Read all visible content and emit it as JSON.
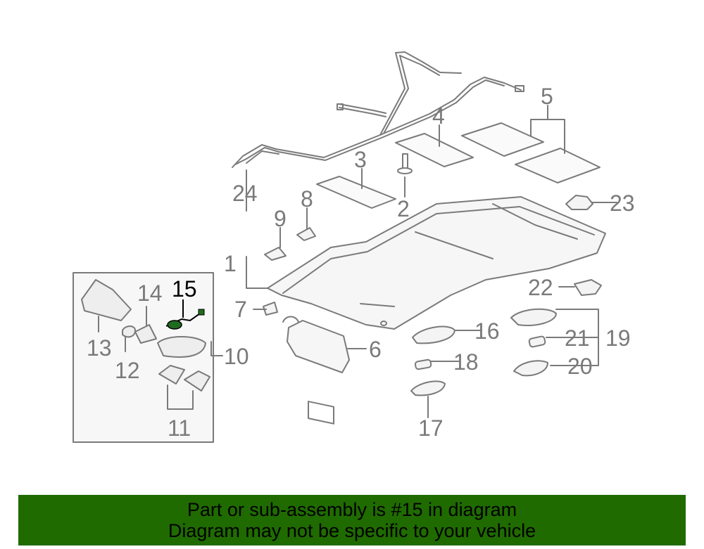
{
  "diagram": {
    "labels": {
      "c1": "1",
      "c2": "2",
      "c3": "3",
      "c4": "4",
      "c5": "5",
      "c6": "6",
      "c7": "7",
      "c8": "8",
      "c9": "9",
      "c10": "10",
      "c11": "11",
      "c12": "12",
      "c13": "13",
      "c14": "14",
      "c15": "15",
      "c16": "16",
      "c17": "17",
      "c18": "18",
      "c19": "19",
      "c20": "20",
      "c21": "21",
      "c22": "22",
      "c23": "23",
      "c24": "24"
    },
    "highlight": "15",
    "colors": {
      "line": "#7a7a7a",
      "highlight": "#000000",
      "part_fill": "#f4f4f4",
      "part_highlight": "#1f6b1f"
    }
  },
  "banner": {
    "line1": "Part or sub-assembly is #15 in diagram",
    "line2": "Diagram may not be specific to your vehicle",
    "color": "#1f6b00"
  }
}
